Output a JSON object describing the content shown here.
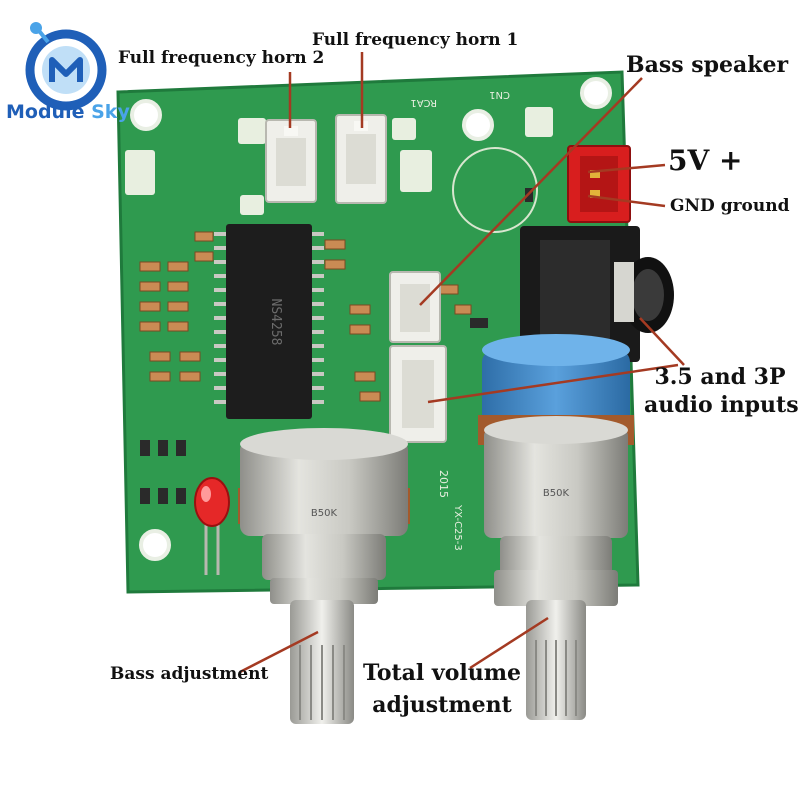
{
  "brand": {
    "name_part1": "Module",
    "name_part2": "Sky",
    "colors": {
      "primary": "#1f5fb8",
      "accent": "#4aa3e8"
    }
  },
  "labels": {
    "horn2": "Full frequency horn 2",
    "horn1": "Full frequency horn 1",
    "bass_speaker": "Bass speaker",
    "v5": "5V +",
    "gnd": "GND ground",
    "audio_line1": "3.5 and 3P",
    "audio_line2": "audio inputs",
    "bass_adj": "Bass adjustment",
    "volume_line1": "Total volume",
    "volume_line2": "adjustment"
  },
  "board_text": {
    "chip": "NS4258",
    "pot_left": "B50K",
    "pot_right": "B50K",
    "silk_rca": "RCA1",
    "silk_cn": "CN1",
    "silk_year": "2015",
    "silk_model": "YX-C25-3"
  },
  "colors": {
    "pcb": "#2f9a4f",
    "pcb_dark": "#1f7a3c",
    "connector": "#eeeeea",
    "power_connector": "#d81e1e",
    "pot_blue": "#3d86c9",
    "metal": "#b9b9b4",
    "arrow_line": "#a43a22"
  }
}
